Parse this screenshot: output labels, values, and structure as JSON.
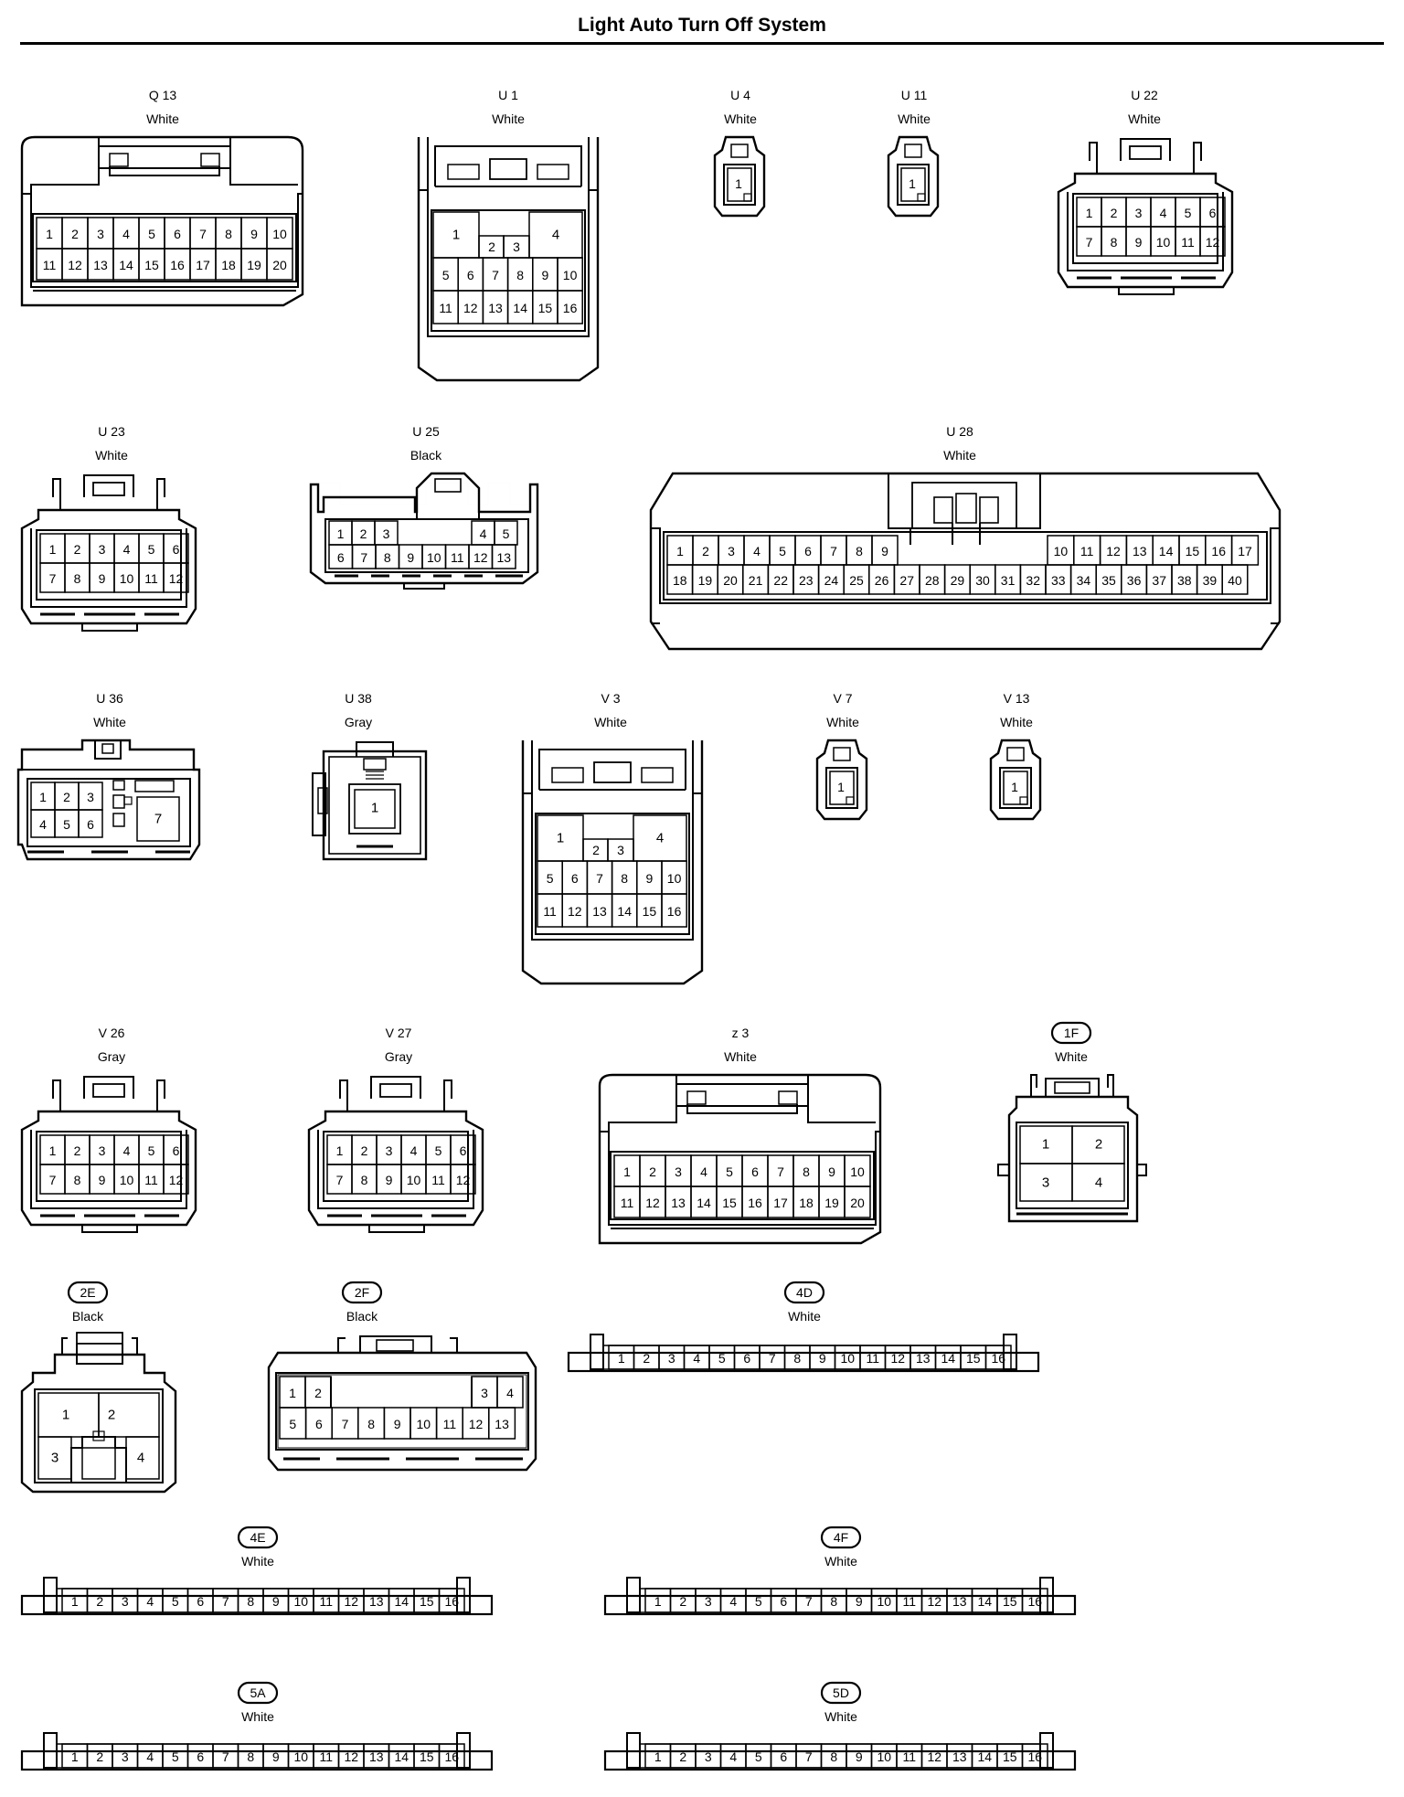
{
  "header": {
    "title": "Light Auto Turn Off System"
  },
  "connectors": [
    {
      "code": "Q 13",
      "badge": false,
      "color": "White"
    },
    {
      "code": "U 1",
      "badge": false,
      "color": "White"
    },
    {
      "code": "U 4",
      "badge": false,
      "color": "White"
    },
    {
      "code": "U 11",
      "badge": false,
      "color": "White"
    },
    {
      "code": "U 22",
      "badge": false,
      "color": "White"
    },
    {
      "code": "U 23",
      "badge": false,
      "color": "White"
    },
    {
      "code": "U 25",
      "badge": false,
      "color": "Black"
    },
    {
      "code": "U 28",
      "badge": false,
      "color": "White"
    },
    {
      "code": "U 36",
      "badge": false,
      "color": "White"
    },
    {
      "code": "U 38",
      "badge": false,
      "color": "Gray"
    },
    {
      "code": "V 3",
      "badge": false,
      "color": "White"
    },
    {
      "code": "V 7",
      "badge": false,
      "color": "White"
    },
    {
      "code": "V 13",
      "badge": false,
      "color": "White"
    },
    {
      "code": "V 26",
      "badge": false,
      "color": "Gray"
    },
    {
      "code": "V 27",
      "badge": false,
      "color": "Gray"
    },
    {
      "code": "z 3",
      "badge": false,
      "color": "White"
    },
    {
      "code": "1F",
      "badge": true,
      "color": "White"
    },
    {
      "code": "2E",
      "badge": true,
      "color": "Black"
    },
    {
      "code": "2F",
      "badge": true,
      "color": "Black"
    },
    {
      "code": "4D",
      "badge": true,
      "color": "White"
    },
    {
      "code": "4E",
      "badge": true,
      "color": "White"
    },
    {
      "code": "4F",
      "badge": true,
      "color": "White"
    },
    {
      "code": "5A",
      "badge": true,
      "color": "White"
    },
    {
      "code": "5D",
      "badge": true,
      "color": "White"
    }
  ]
}
